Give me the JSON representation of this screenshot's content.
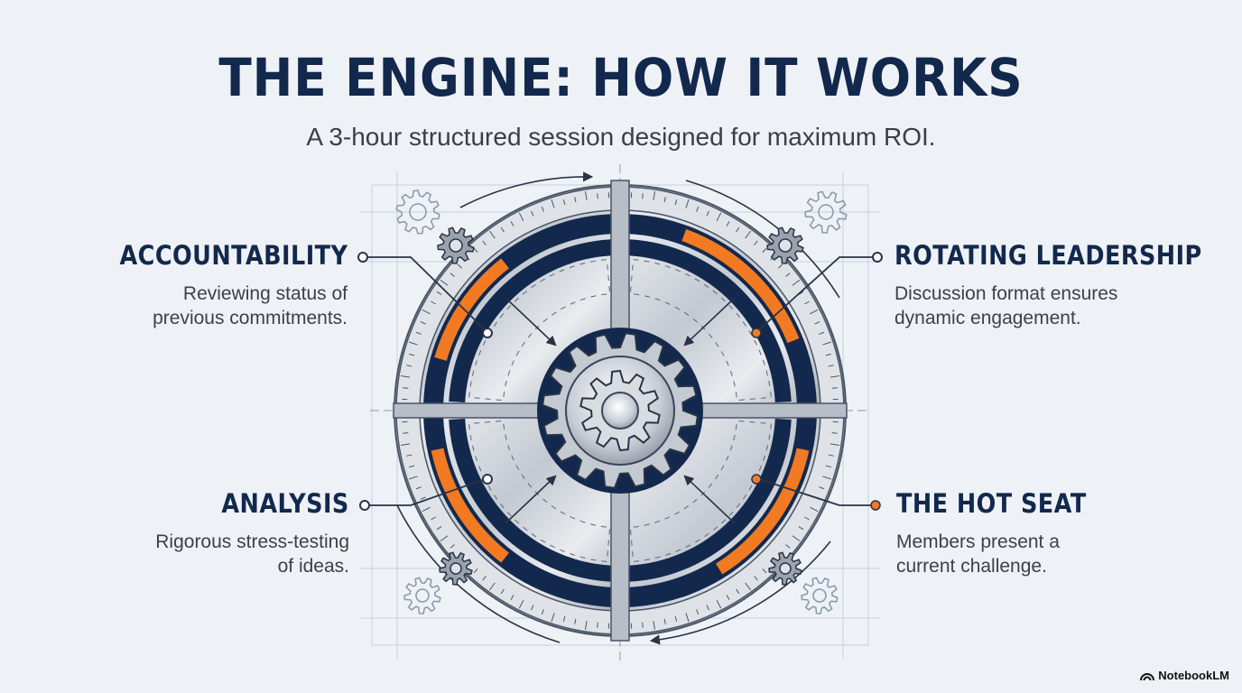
{
  "title": "THE ENGINE: HOW IT WORKS",
  "subtitle": "A 3-hour structured session designed for maximum ROI.",
  "stages": [
    {
      "heading": "ACCOUNTABILITY",
      "description_lines": [
        "Reviewing status of",
        "previous commitments."
      ]
    },
    {
      "heading": "ROTATING LEADERSHIP",
      "description_lines": [
        "Discussion format ensures",
        "dynamic engagement."
      ]
    },
    {
      "heading": "ANALYSIS",
      "description_lines": [
        "Rigorous stress-testing",
        "of ideas."
      ]
    },
    {
      "heading": "THE HOT SEAT",
      "description_lines": [
        "Members present a",
        "current challenge."
      ]
    }
  ],
  "colors": {
    "navy": "#13284d",
    "orange": "#f27a22",
    "steel": "#c9ced5"
  },
  "brand": {
    "name": "NotebookLM",
    "icon": "notebooklm-logo-icon"
  }
}
